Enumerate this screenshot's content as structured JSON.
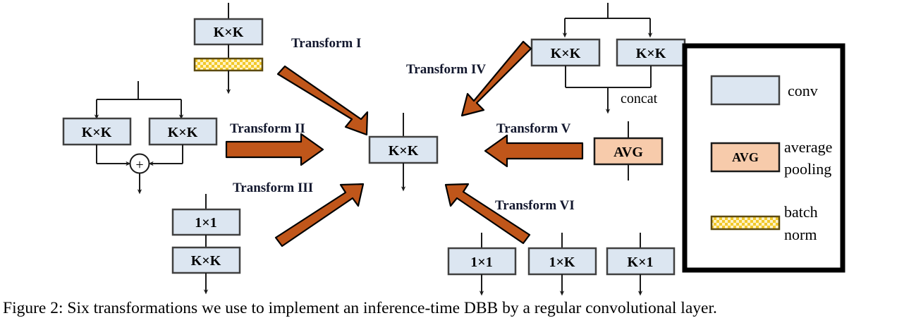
{
  "figure": {
    "caption": "Figure 2: Six transformations we use to implement an inference-time DBB by a regular convolutional layer."
  },
  "colors": {
    "conv_fill": "#dce6f1",
    "conv_stroke": "#404040",
    "avg_fill": "#f7cbab",
    "avg_stroke": "#1a1a1a",
    "bn_fill": "#fdf3c8",
    "bn_pattern": "#f2c829",
    "bn_stroke": "#5c4a10",
    "arrow_fill": "#c0561a",
    "arrow_stroke": "#000000",
    "line": "#1a1a1a",
    "legend_border": "#000000",
    "label_text": "#13182e"
  },
  "center": {
    "conv_label": "K×K"
  },
  "transform_i": {
    "label": "Transform I",
    "conv_label": "K×K",
    "bn_label": "batch norm"
  },
  "transform_ii": {
    "label": "Transform II",
    "left_conv_label": "K×K",
    "right_conv_label": "K×K",
    "merge_symbol": "+"
  },
  "transform_iii": {
    "label": "Transform III",
    "top_conv_label": "1×1",
    "bottom_conv_label": "K×K"
  },
  "transform_iv": {
    "label": "Transform IV",
    "left_conv_label": "K×K",
    "right_conv_label": "K×K",
    "merge_label": "concat"
  },
  "transform_v": {
    "label": "Transform V",
    "pool_label": "AVG"
  },
  "transform_vi": {
    "label": "Transform VI",
    "conv_labels": [
      "1×1",
      "1×K",
      "K×1"
    ]
  },
  "legend": {
    "items": [
      {
        "swatch": "conv",
        "label": "conv",
        "label_line_2": ""
      },
      {
        "swatch": "avg",
        "swatch_text": "AVG",
        "label": "average",
        "label_line_2": "pooling"
      },
      {
        "swatch": "bn",
        "label": "batch",
        "label_line_2": "norm"
      }
    ]
  }
}
